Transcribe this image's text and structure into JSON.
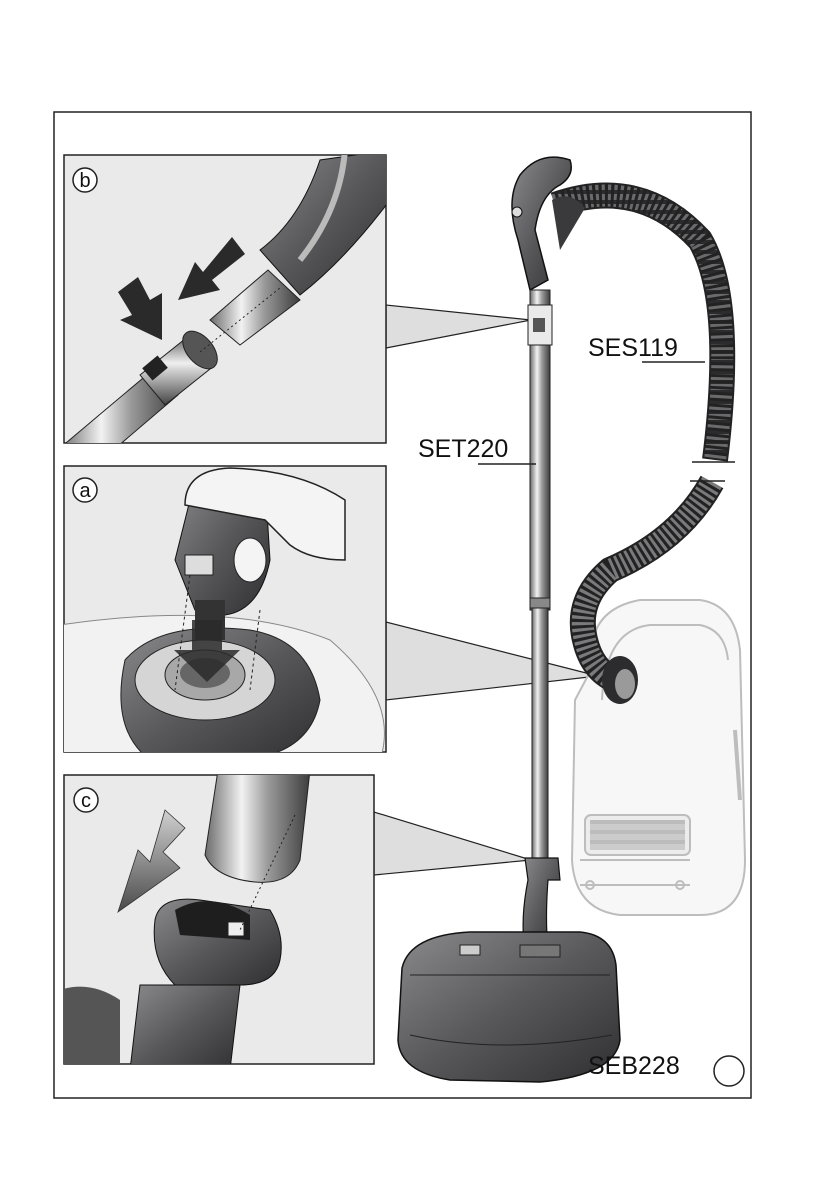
{
  "panels": [
    {
      "id": "b",
      "badge": "b"
    },
    {
      "id": "a",
      "badge": "a"
    },
    {
      "id": "c",
      "badge": "c"
    }
  ],
  "labels": {
    "hose": "SES119",
    "tube": "SET220",
    "brush": "SEB228"
  },
  "colors": {
    "frame": "#222222",
    "panel_fill": "#eaeaea",
    "callout_fill": "#dedede",
    "dark_part": "#3a3a3c",
    "mid_part": "#6d6d70",
    "light_metal": "#c9c9cb",
    "body_outline": "#bdbdbd"
  }
}
